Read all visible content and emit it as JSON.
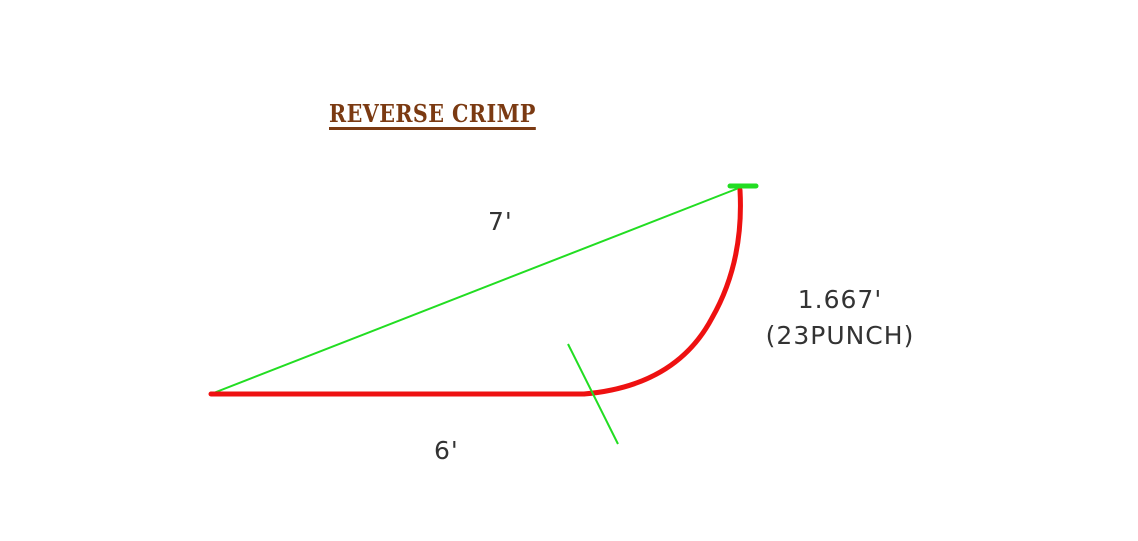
{
  "title": "REVERSE CRIMP",
  "dimensions": {
    "hypotenuse": "7'",
    "base": "6'",
    "arc_length": "1.667'",
    "arc_note": "(23PUNCH)"
  },
  "colors": {
    "title": "#7b3a12",
    "reference_line": "#22dd22",
    "profile": "#ee1111",
    "label_text": "#333333"
  }
}
